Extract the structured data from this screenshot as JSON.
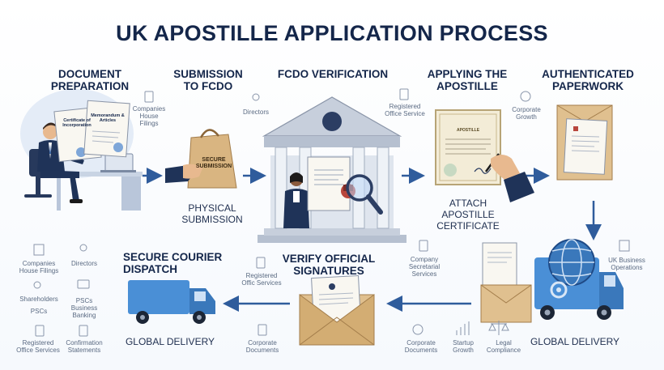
{
  "title": "UK APOSTILLE APPLICATION PROCESS",
  "steps": [
    {
      "id": "document-preparation",
      "label_line1": "DOCUMENT",
      "label_line2": "PREPARATION"
    },
    {
      "id": "submission-to-fcdo",
      "label_line1": "SUBMISSION",
      "label_line2": "TO FCDO",
      "caption_line1": "PHYSICAL",
      "caption_line2": "SUBMISSION",
      "bag_text_line1": "SECURE",
      "bag_text_line2": "SUBMISSION"
    },
    {
      "id": "fcdo-verification",
      "label_line1": "FCDO VERIFICATION"
    },
    {
      "id": "applying-the-apostille",
      "label_line1": "APPLYING THE",
      "label_line2": "APOSTILLE",
      "caption_line1": "ATTACH",
      "caption_line2": "APOSTILLE",
      "caption_line3": "CERTIFICATE"
    },
    {
      "id": "authenticated-paperwork",
      "label_line1": "AUTHENTICATED",
      "label_line2": "PAPERWORK"
    },
    {
      "id": "global-delivery-truck",
      "caption_line1": "GLOBAL DELIVERY"
    },
    {
      "id": "verify-official-signatures",
      "label_line1": "VERIFY OFFICIAL",
      "label_line2": "SIGNATURES"
    },
    {
      "id": "secure-courier-dispatch",
      "label_line1": "SECURE COURIER",
      "label_line2": "DISPATCH",
      "caption_line1": "GLOBAL DELIVERY"
    }
  ],
  "documents": {
    "certificate_line1": "Certificate of",
    "certificate_line2": "Incorporation",
    "memorandum_line1": "Memorandum &",
    "memorandum_line2": "Articles"
  },
  "apostille_doc": {
    "line1": "APOSTILLE"
  },
  "side_icons": {
    "companies_house_filings_top": {
      "line1": "Companies",
      "line2": "House",
      "line3": "Filings",
      "icon": "clipboard-icon"
    },
    "directors_top": {
      "line1": "Directors",
      "icon": "person-icon"
    },
    "registered_office_service_top": {
      "line1": "Registered",
      "line2": "Office Service",
      "icon": "clipboard-icon"
    },
    "corporate_growth": {
      "line1": "Corporate",
      "line2": "Growth",
      "icon": "check-circle-icon"
    },
    "uk_business_operations": {
      "line1": "UK Business",
      "line2": "Operations",
      "icon": "building-icon"
    },
    "company_secretarial_services": {
      "line1": "Company",
      "line2": "Secretarial",
      "line3": "Services",
      "icon": "document-icon"
    },
    "registered_offic_services_mid": {
      "line1": "Registered",
      "line2": "Offic Services",
      "icon": "clipboard-icon"
    },
    "corporate_documents_mid": {
      "line1": "Corporate",
      "line2": "Documents",
      "icon": "document-icon"
    },
    "corporate_documents_right": {
      "line1": "Corporate",
      "line2": "Documents",
      "icon": "badge-icon"
    },
    "startup_growth": {
      "line1": "Startup",
      "line2": "Growth",
      "icon": "bar-chart-icon"
    },
    "legal_compliance": {
      "line1": "Legal",
      "line2": "Compliance",
      "icon": "scale-icon"
    },
    "companies_house_filings_left": {
      "line1": "Companies",
      "line2": "House Filings",
      "icon": "building-icon"
    },
    "directors_left": {
      "line1": "Directors",
      "icon": "people-icon"
    },
    "shareholders": {
      "line1": "Shareholders",
      "icon": "people-icon"
    },
    "pscs": {
      "line1": "PSCs",
      "icon": "people-icon"
    },
    "pscs_business_banking": {
      "line1": "PSCs",
      "line2": "Business",
      "line3": "Banking",
      "icon": "card-icon"
    },
    "registered_office_services_left": {
      "line1": "Registered",
      "line2": "Office Services",
      "icon": "clipboard-icon"
    },
    "confirmation_statements": {
      "line1": "Confirmation",
      "line2": "Statements",
      "icon": "clipboard-icon"
    }
  },
  "colors": {
    "navy": "#14264a",
    "arrow_blue": "#2f5c9c",
    "truck_blue": "#4a8fd6",
    "kraft": "#e0c08f",
    "paper": "#f9f7f1",
    "stone": "#cfd6e2"
  }
}
